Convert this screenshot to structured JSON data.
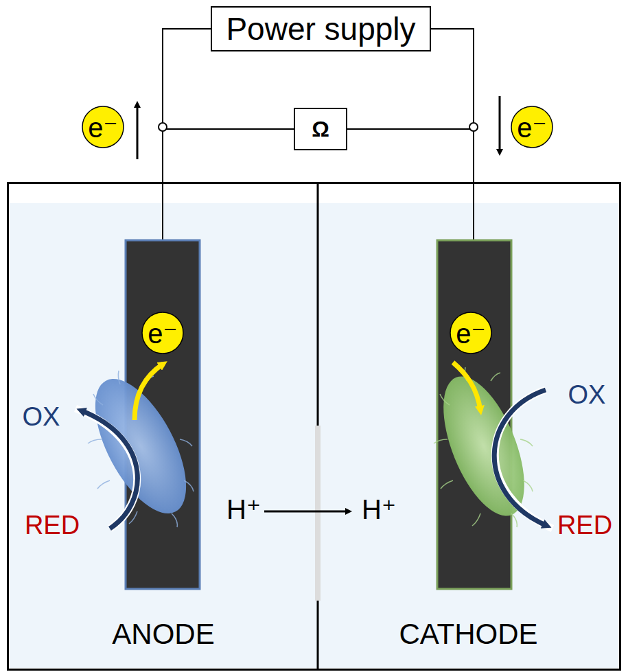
{
  "diagram": {
    "nodes": [
      {
        "text": [
          "Power supply"
        ]
      },
      {
        "text": [
          "Ω"
        ]
      },
      {
        "text": [
          "ANODE"
        ]
      },
      {
        "text": [
          "CATHODE"
        ]
      }
    ],
    "edges": [
      {
        "from": 0,
        "to": 2,
        "arrow": "none"
      },
      {
        "from": 0,
        "to": 3,
        "arrow": "none"
      },
      {
        "from": 1,
        "to": 2,
        "arrow": "none"
      },
      {
        "from": 1,
        "to": 3,
        "arrow": "none"
      }
    ],
    "labels": [
      "e⁻",
      "e⁻",
      "e⁻",
      "e⁻",
      "OX",
      "RED",
      "H⁺",
      "H⁺",
      "OX",
      "RED"
    ]
  }
}
